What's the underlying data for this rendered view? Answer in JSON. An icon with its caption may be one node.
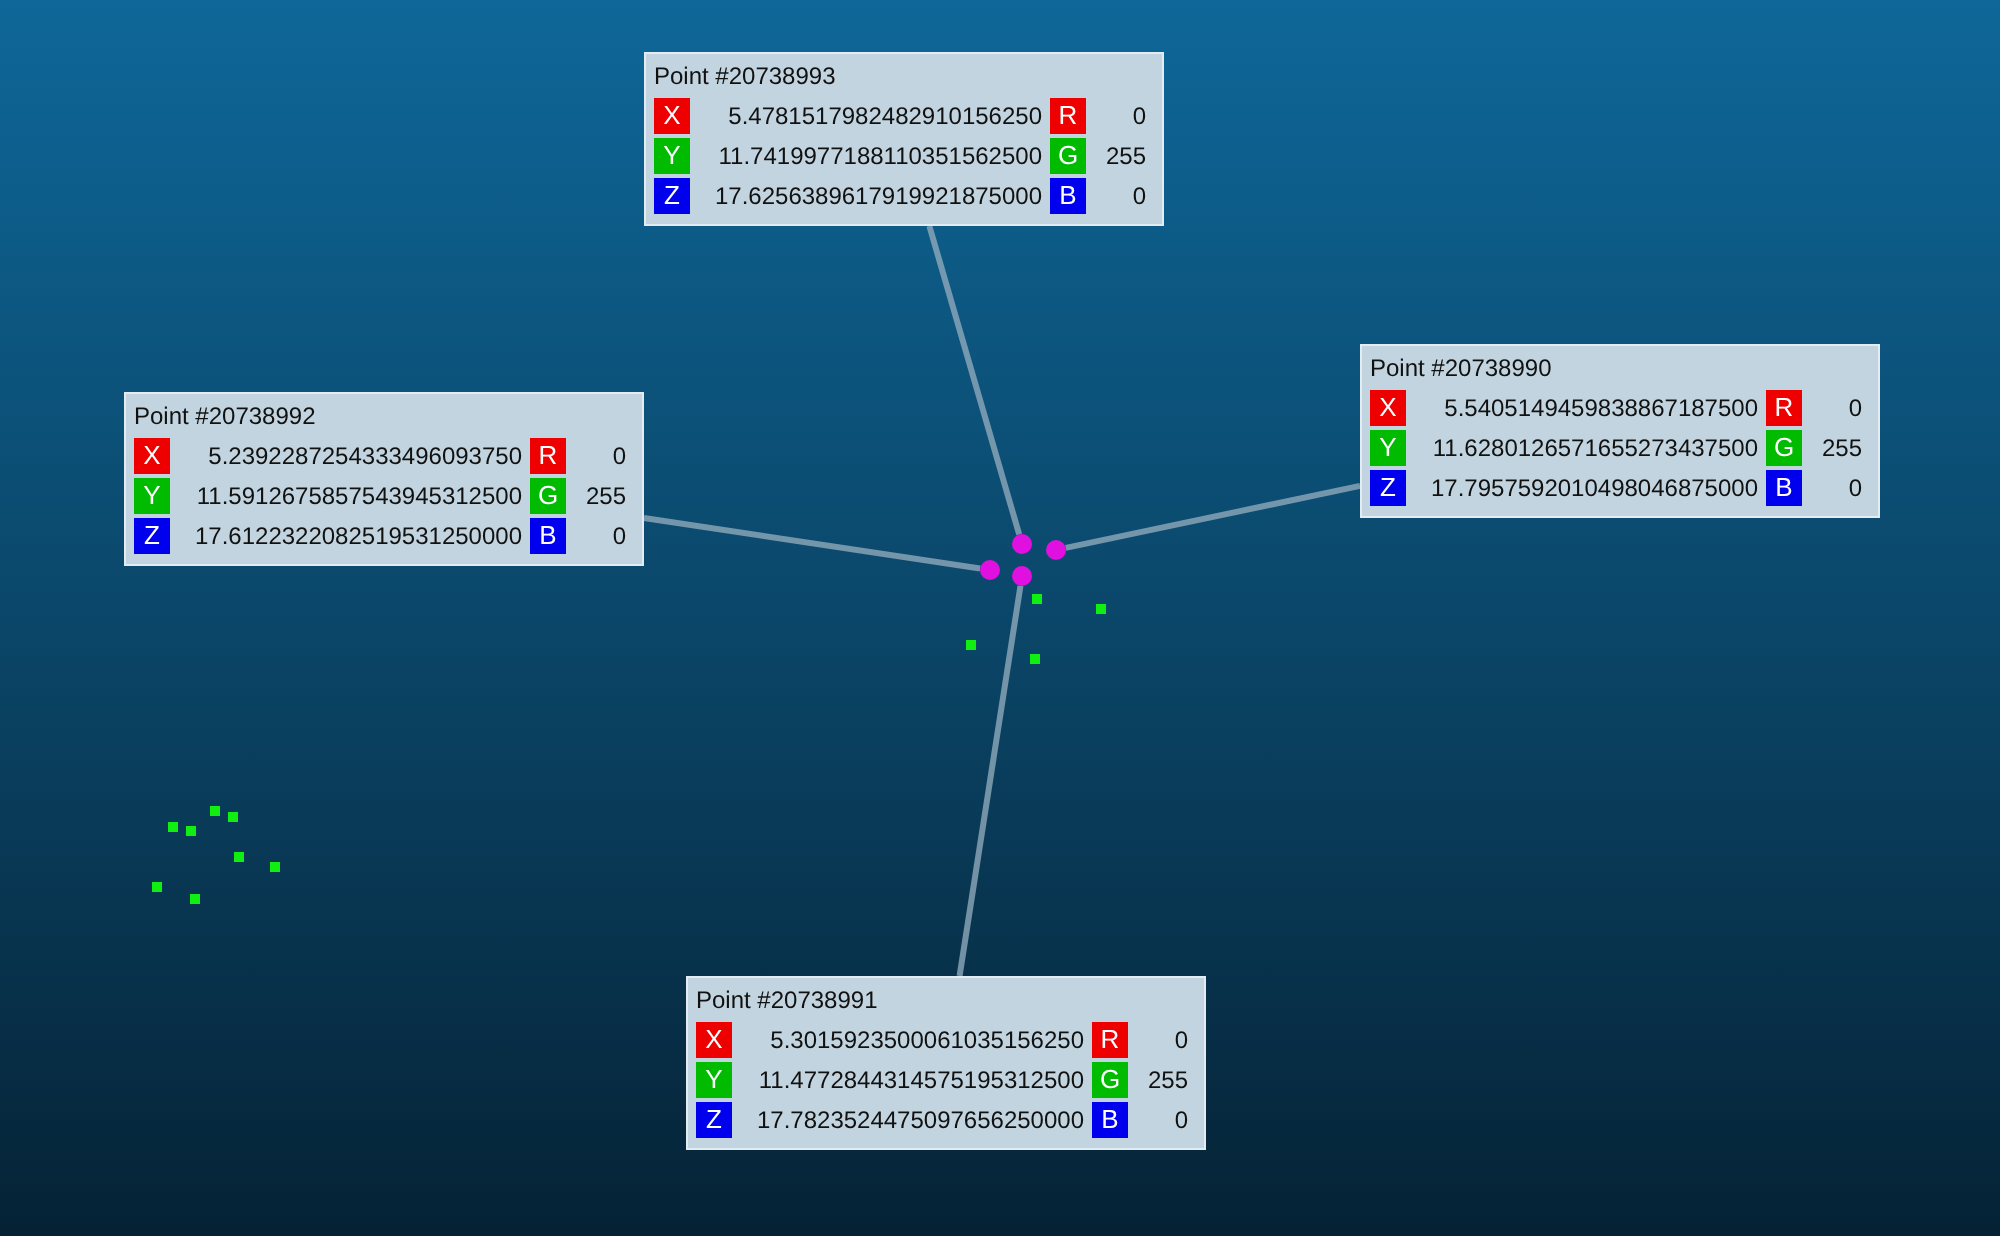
{
  "diagram": {
    "nodes": [
      {
        "text": [
          "Point #20738993",
          "X",
          "5.4781517982482910156250",
          "R",
          "0",
          "Y",
          "11.7419977188110351562500",
          "G",
          "255",
          "Z",
          "17.6256389617919921875000",
          "B",
          "0"
        ]
      },
      {
        "text": [
          "Point #20738992",
          "X",
          "5.2392287254333496093750",
          "R",
          "0",
          "Y",
          "11.5912675857543945312500",
          "G",
          "255",
          "Z",
          "17.6122322082519531250000",
          "B",
          "0"
        ]
      },
      {
        "text": [
          "Point #20738990",
          "X",
          "5.5405149459838867187500",
          "R",
          "0",
          "Y",
          "11.6280126571655273437500",
          "G",
          "255",
          "Z",
          "17.7957592010498046875000",
          "B",
          "0"
        ]
      },
      {
        "text": [
          "Point #20738991",
          "X",
          "5.3015923500061035156250",
          "R",
          "0",
          "Y",
          "11.4772844314575195312500",
          "G",
          "255",
          "Z",
          "17.7823524475097656250000",
          "B",
          "0"
        ]
      },
      {
        "text": [],
        "shape": "circle"
      },
      {
        "text": [],
        "shape": "circle"
      },
      {
        "text": [],
        "shape": "circle"
      },
      {
        "text": [],
        "shape": "circle"
      }
    ],
    "edges": [
      {
        "from": 0,
        "to": 5,
        "arrow": "none"
      },
      {
        "from": 1,
        "to": 4,
        "arrow": "none"
      },
      {
        "from": 2,
        "to": 7,
        "arrow": "none"
      },
      {
        "from": 3,
        "to": 6,
        "arrow": "none"
      }
    ]
  }
}
